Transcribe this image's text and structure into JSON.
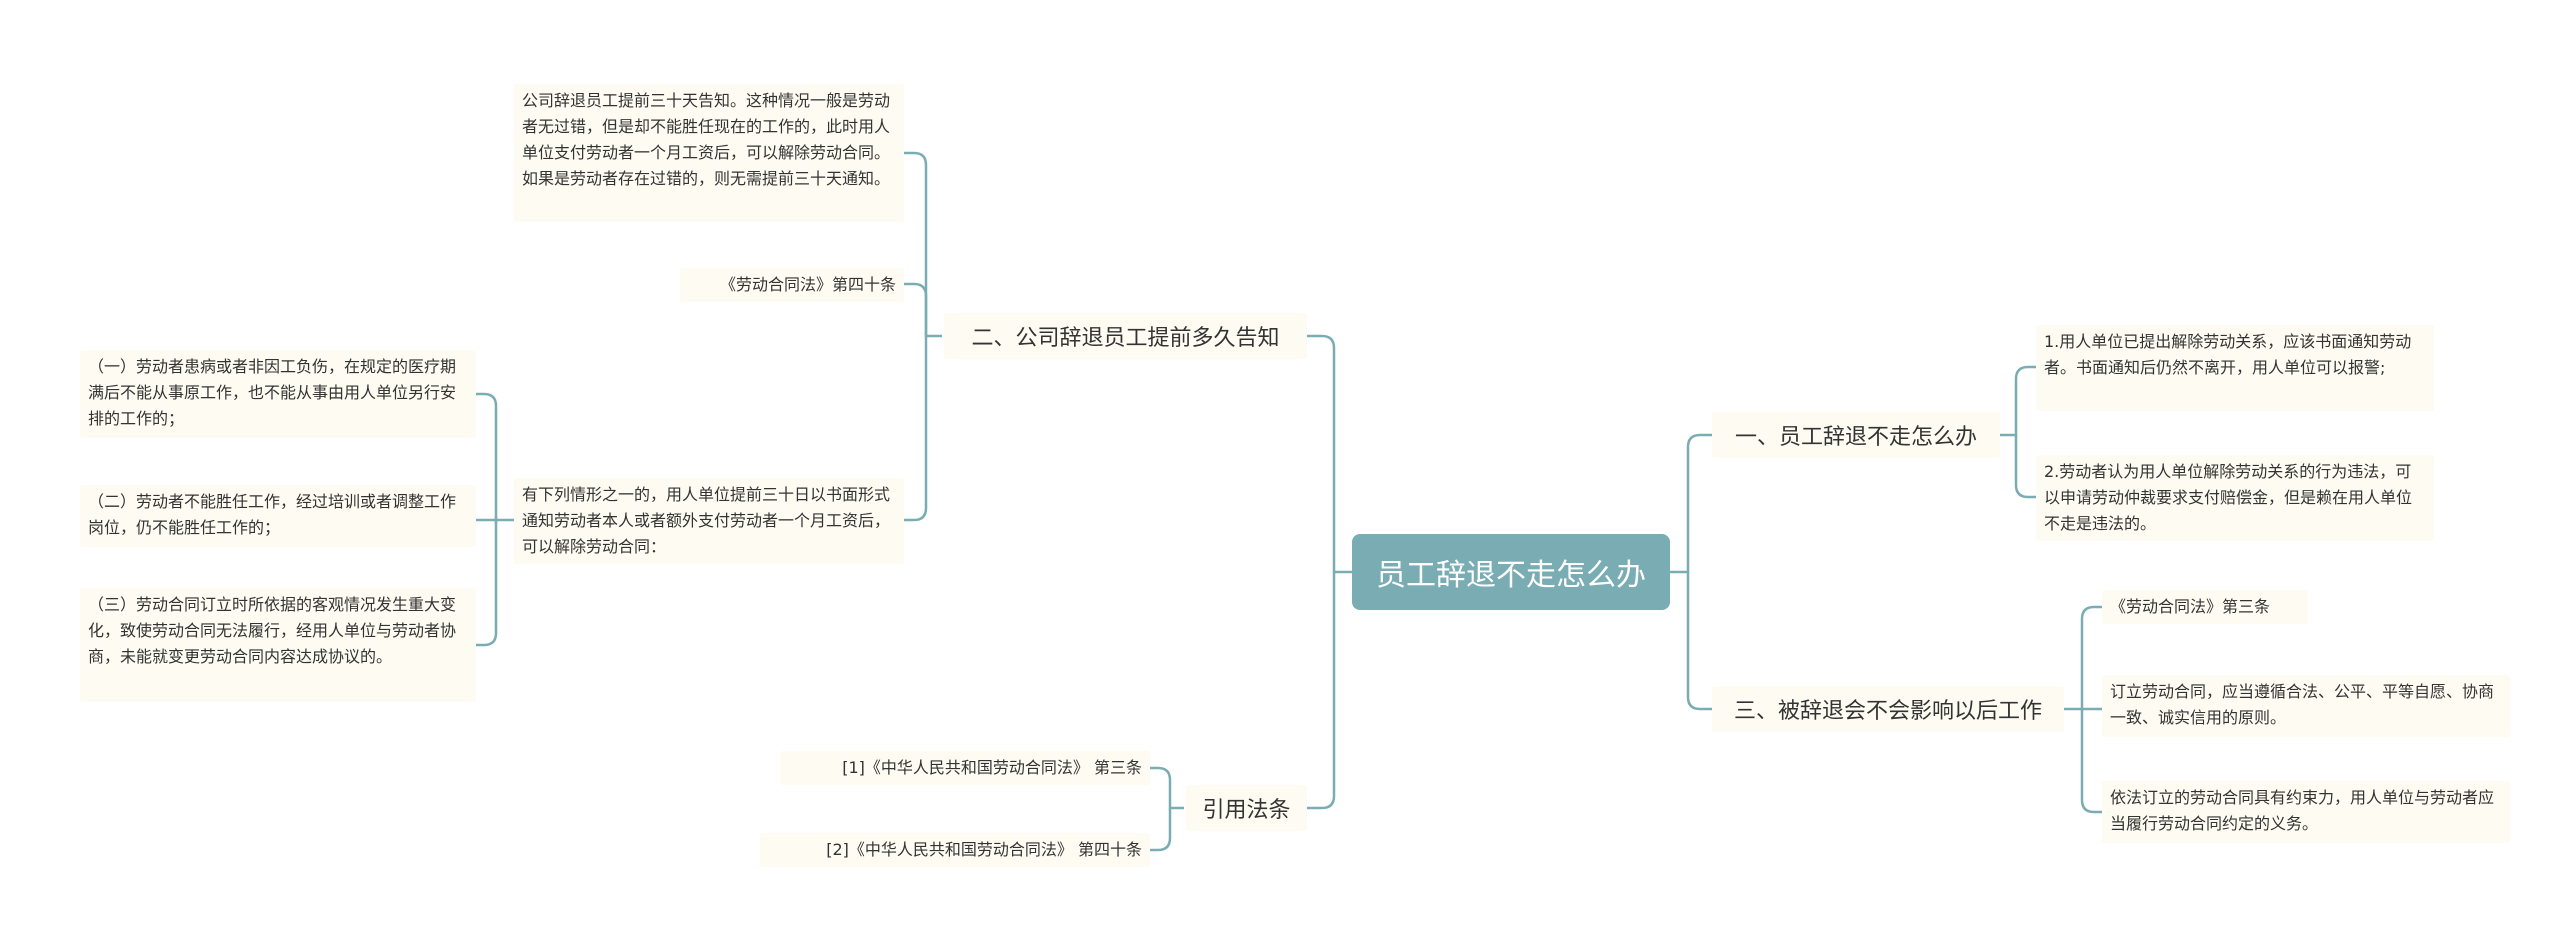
{
  "central": "员工辞退不走怎么办",
  "colors": {
    "line": "#7aacb3",
    "central_bg": "#7aacb3",
    "node_bg": "#fefbf2"
  },
  "left": {
    "notice_period": {
      "label": "二、公司辞退员工提前多久告知",
      "explanation": "公司辞退员工提前三十天告知。这种情况一般是劳动者无过错，但是却不能胜任现在的工作的，此时用人单位支付劳动者一个月工资后，可以解除劳动合同。如果是劳动者存在过错的，则无需提前三十天通知。",
      "article": "《劳动合同法》第四十条",
      "circumstances": {
        "text": "有下列情形之一的，用人单位提前三十日以书面形式通知劳动者本人或者额外支付劳动者一个月工资后，可以解除劳动合同：",
        "items": [
          "（一）劳动者患病或者非因工负伤，在规定的医疗期满后不能从事原工作，也不能从事由用人单位另行安排的工作的；",
          "（二）劳动者不能胜任工作，经过培训或者调整工作岗位，仍不能胜任工作的；",
          "（三）劳动合同订立时所依据的客观情况发生重大变化，致使劳动合同无法履行，经用人单位与劳动者协商，未能就变更劳动合同内容达成协议的。"
        ]
      }
    },
    "citations": {
      "label": "引用法条",
      "items": [
        "[1]《中华人民共和国劳动合同法》 第三条",
        "[2]《中华人民共和国劳动合同法》 第四十条"
      ]
    }
  },
  "right": {
    "what_to_do": {
      "label": "一、员工辞退不走怎么办",
      "items": [
        "1.用人单位已提出解除劳动关系，应该书面通知劳动者。书面通知后仍然不离开，用人单位可以报警;",
        "2.劳动者认为用人单位解除劳动关系的行为违法，可以申请劳动仲裁要求支付赔偿金，但是赖在用人单位不走是违法的。"
      ]
    },
    "future_work": {
      "label": "三、被辞退会不会影响以后工作",
      "items": [
        "《劳动合同法》第三条",
        "订立劳动合同，应当遵循合法、公平、平等自愿、协商一致、诚实信用的原则。",
        "依法订立的劳动合同具有约束力，用人单位与劳动者应当履行劳动合同约定的义务。"
      ]
    }
  }
}
